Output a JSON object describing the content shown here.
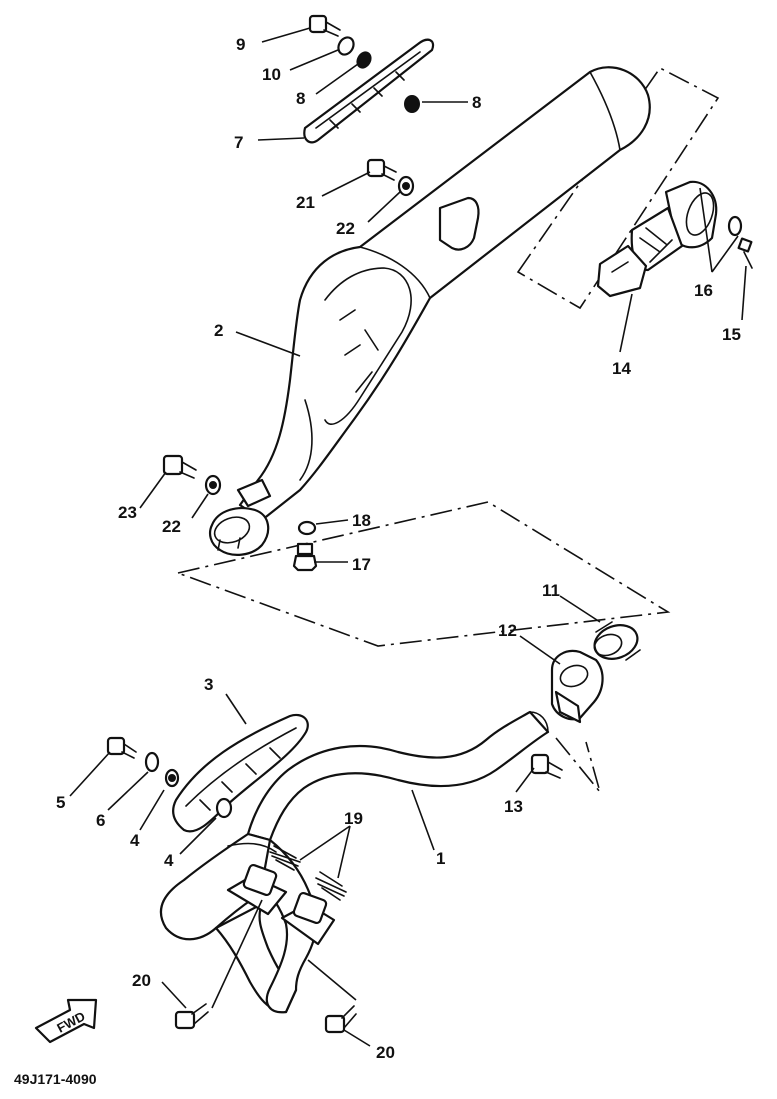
{
  "diagram_code": "49J171-4090",
  "direction_label": "FWD",
  "callouts": {
    "c1": "1",
    "c2": "2",
    "c3": "3",
    "c4a": "4",
    "c4b": "4",
    "c5": "5",
    "c6": "6",
    "c7": "7",
    "c8a": "8",
    "c8b": "8",
    "c9": "9",
    "c10": "10",
    "c11": "11",
    "c12": "12",
    "c13": "13",
    "c14": "14",
    "c15": "15",
    "c16": "16",
    "c17": "17",
    "c18": "18",
    "c19": "19",
    "c20a": "20",
    "c20b": "20",
    "c21": "21",
    "c22a": "22",
    "c22b": "22",
    "c23": "23"
  }
}
